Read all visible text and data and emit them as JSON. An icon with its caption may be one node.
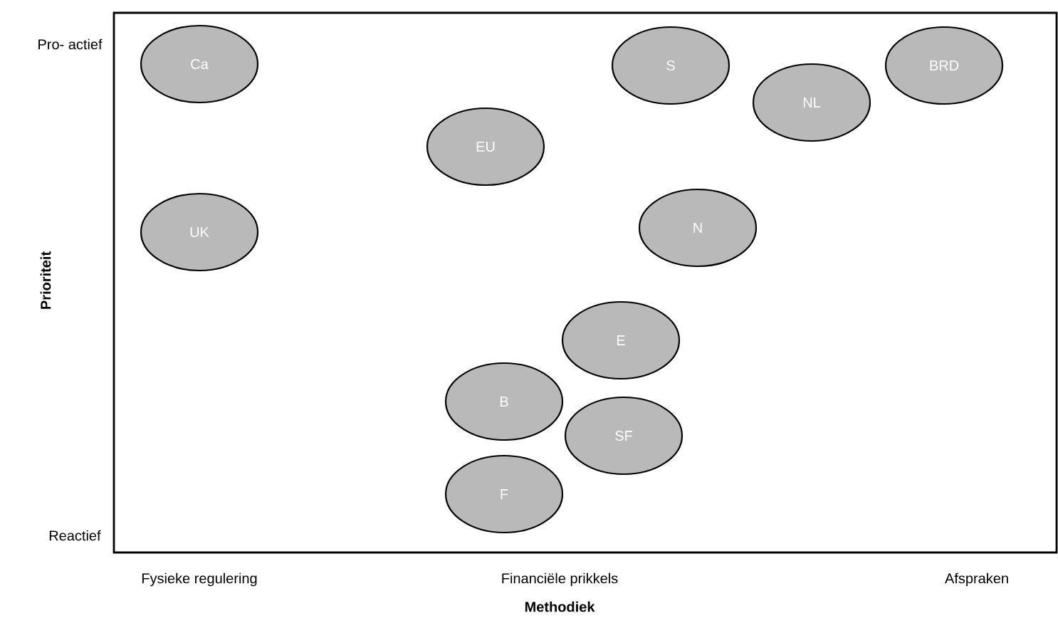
{
  "diagram": {
    "nodes": [
      {
        "text": [
          "Ca"
        ]
      },
      {
        "text": [
          "S"
        ]
      },
      {
        "text": [
          "BRD"
        ]
      },
      {
        "text": [
          "NL"
        ]
      },
      {
        "text": [
          "EU"
        ]
      },
      {
        "text": [
          "UK"
        ]
      },
      {
        "text": [
          "N"
        ]
      },
      {
        "text": [
          "E"
        ]
      },
      {
        "text": [
          "B"
        ]
      },
      {
        "text": [
          "SF"
        ]
      },
      {
        "text": [
          "F"
        ]
      }
    ],
    "labels": [
      "Pro- actief",
      "Prioriteit",
      "Reactief",
      "Fysieke regulering",
      "Financiële prikkels",
      "Afspraken",
      "Methodiek"
    ]
  }
}
